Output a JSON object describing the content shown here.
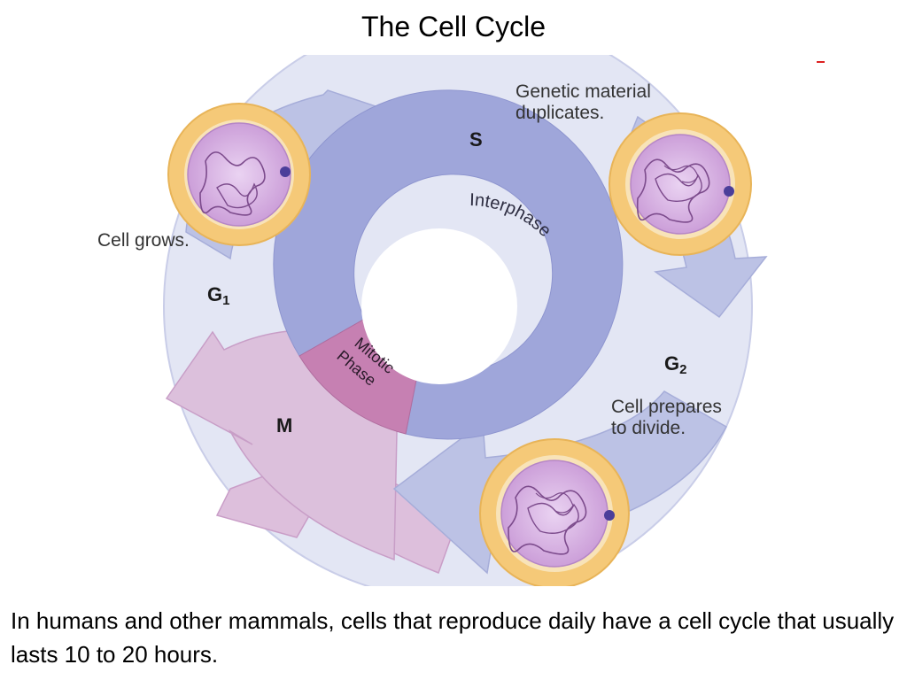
{
  "title": "The Cell Cycle",
  "phases": {
    "s": "S",
    "g1_main": "G",
    "g1_sub": "1",
    "g2_main": "G",
    "g2_sub": "2",
    "m": "M",
    "interphase": "Interphase",
    "mitotic_line1": "Mitotic",
    "mitotic_line2": "Phase"
  },
  "descriptions": {
    "s_line1": "Genetic material",
    "s_line2": "duplicates.",
    "g1": "Cell grows.",
    "g2_line1": "Cell prepares",
    "g2_line2": "to divide."
  },
  "caption": "In humans and other mammals, cells that reproduce daily have a cell cycle that usually lasts 10 to 20 hours.",
  "colors": {
    "outer_ring": "#e3e6f4",
    "arrow_blue": "#b9c0e4",
    "inner_ring": "#9fa6da",
    "mitotic": "#c680b2",
    "m_arrow": "#ddbfdc",
    "cell_membrane": "#f5c978",
    "nucleus": "#d9b4e6"
  }
}
